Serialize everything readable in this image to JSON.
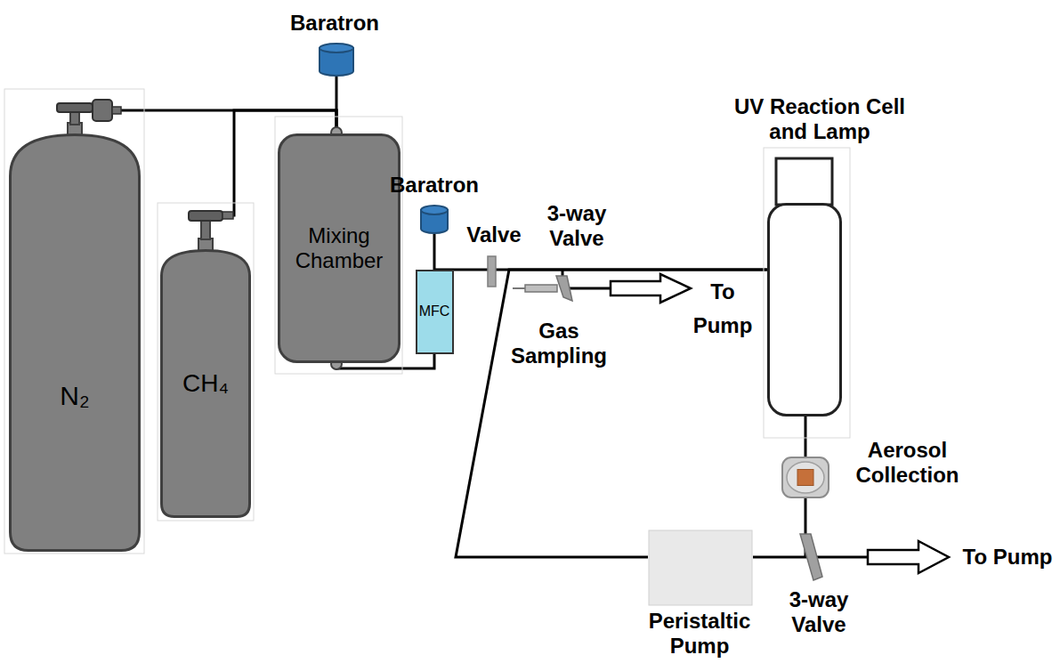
{
  "diagram": {
    "nodes": [
      {
        "text": [
          "N₂"
        ]
      },
      {
        "text": [
          "CH₄"
        ]
      },
      {
        "text": [
          "Baratron"
        ]
      },
      {
        "text": [
          "Mixing Chamber"
        ]
      },
      {
        "text": [
          "Baratron"
        ]
      },
      {
        "text": [
          "MFC"
        ]
      },
      {
        "text": [
          "UV Reaction Cell and Lamp"
        ]
      },
      {
        "text": [
          "Aerosol Collection"
        ]
      },
      {
        "text": [
          "Peristaltic Pump"
        ]
      }
    ],
    "edges": [
      {
        "from": 0,
        "to": 3,
        "arrow": "none"
      },
      {
        "from": 1,
        "to": 3,
        "arrow": "none"
      },
      {
        "from": 2,
        "to": 3,
        "arrow": "none"
      },
      {
        "from": 3,
        "to": 5,
        "arrow": "none"
      },
      {
        "from": 5,
        "to": 4,
        "arrow": "none"
      },
      {
        "from": 5,
        "to": 6,
        "arrow": "none"
      },
      {
        "from": 6,
        "to": 7,
        "arrow": "none"
      },
      {
        "from": 7,
        "to": 8,
        "arrow": "none"
      },
      {
        "from": 8,
        "to": 6,
        "arrow": "none"
      }
    ],
    "labels": [
      "Valve",
      "3-way Valve",
      "Gas Sampling",
      "To Pump",
      "3-way Valve",
      "To Pump"
    ]
  }
}
